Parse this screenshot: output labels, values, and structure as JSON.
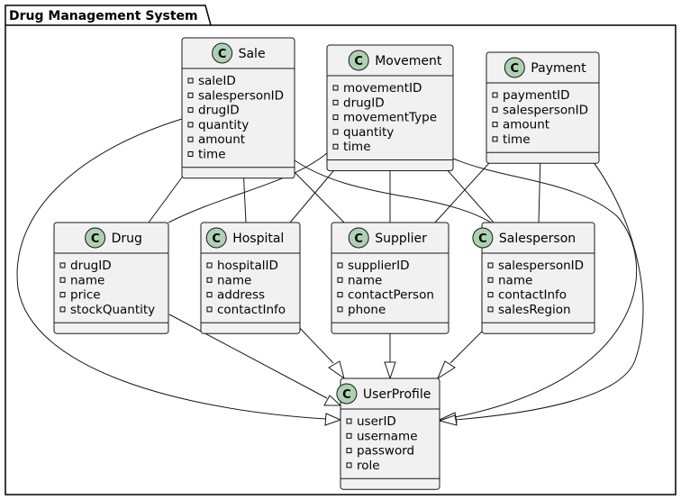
{
  "package": {
    "title": "Drug Management System"
  },
  "stereotype_letter": "C",
  "colors": {
    "class_fill": "#f1f1f1",
    "border": "#181818",
    "stereotype_circle": "#add1b2",
    "line": "#181818",
    "background": "#ffffff"
  },
  "classes": {
    "sale": {
      "name": "Sale",
      "attributes": [
        "saleID",
        "salespersonID",
        "drugID",
        "quantity",
        "amount",
        "time"
      ]
    },
    "movement": {
      "name": "Movement",
      "attributes": [
        "movementID",
        "drugID",
        "movementType",
        "quantity",
        "time"
      ]
    },
    "payment": {
      "name": "Payment",
      "attributes": [
        "paymentID",
        "salespersonID",
        "amount",
        "time"
      ]
    },
    "drug": {
      "name": "Drug",
      "attributes": [
        "drugID",
        "name",
        "price",
        "stockQuantity"
      ]
    },
    "hospital": {
      "name": "Hospital",
      "attributes": [
        "hospitalID",
        "name",
        "address",
        "contactInfo"
      ]
    },
    "supplier": {
      "name": "Supplier",
      "attributes": [
        "supplierID",
        "name",
        "contactPerson",
        "phone"
      ]
    },
    "salesperson": {
      "name": "Salesperson",
      "attributes": [
        "salespersonID",
        "name",
        "contactInfo",
        "salesRegion"
      ]
    },
    "userprofile": {
      "name": "UserProfile",
      "attributes": [
        "userID",
        "username",
        "password",
        "role"
      ]
    }
  },
  "associations": [
    {
      "from": "sale",
      "to": "drug"
    },
    {
      "from": "sale",
      "to": "hospital"
    },
    {
      "from": "sale",
      "to": "supplier"
    },
    {
      "from": "sale",
      "to": "salesperson"
    },
    {
      "from": "movement",
      "to": "drug"
    },
    {
      "from": "movement",
      "to": "hospital"
    },
    {
      "from": "movement",
      "to": "supplier"
    },
    {
      "from": "movement",
      "to": "salesperson"
    },
    {
      "from": "payment",
      "to": "supplier"
    },
    {
      "from": "payment",
      "to": "salesperson"
    }
  ],
  "generalizations": [
    {
      "from": "drug",
      "to": "userprofile"
    },
    {
      "from": "hospital",
      "to": "userprofile"
    },
    {
      "from": "supplier",
      "to": "userprofile"
    },
    {
      "from": "salesperson",
      "to": "userprofile"
    },
    {
      "from": "sale",
      "to": "userprofile"
    },
    {
      "from": "movement",
      "to": "userprofile"
    },
    {
      "from": "payment",
      "to": "userprofile"
    }
  ]
}
